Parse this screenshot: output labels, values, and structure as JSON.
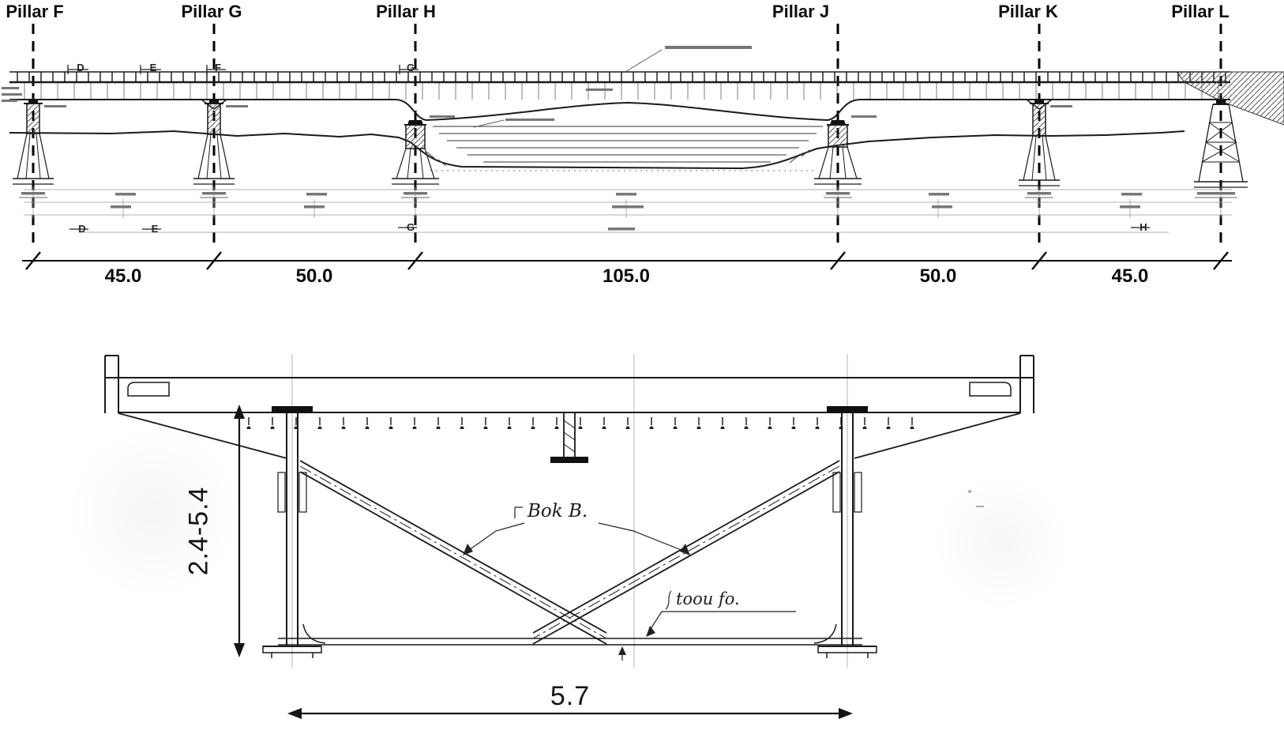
{
  "figure": {
    "elevation": {
      "pillars": [
        {
          "label": "Pillar F"
        },
        {
          "label": "Pillar G"
        },
        {
          "label": "Pillar H"
        },
        {
          "label": "Pillar J"
        },
        {
          "label": "Pillar K"
        },
        {
          "label": "Pillar L"
        }
      ],
      "spans": [
        {
          "value": "45.0"
        },
        {
          "value": "50.0"
        },
        {
          "value": "105.0"
        },
        {
          "value": "50.0"
        },
        {
          "value": "45.0"
        }
      ],
      "section_markers_top": [
        "D",
        "E",
        "F",
        "G"
      ],
      "section_markers_bottom": [
        "D",
        "E",
        "G",
        "H"
      ]
    },
    "cross_section": {
      "height_range_label": "2.4-5.4",
      "width_label": "5.7",
      "annotations": [
        {
          "text": "Bok B."
        },
        {
          "text": "toou fo."
        }
      ]
    },
    "colors": {
      "ink": "#1a1a1a",
      "paper": "#ffffff",
      "faint": "#999999"
    }
  }
}
